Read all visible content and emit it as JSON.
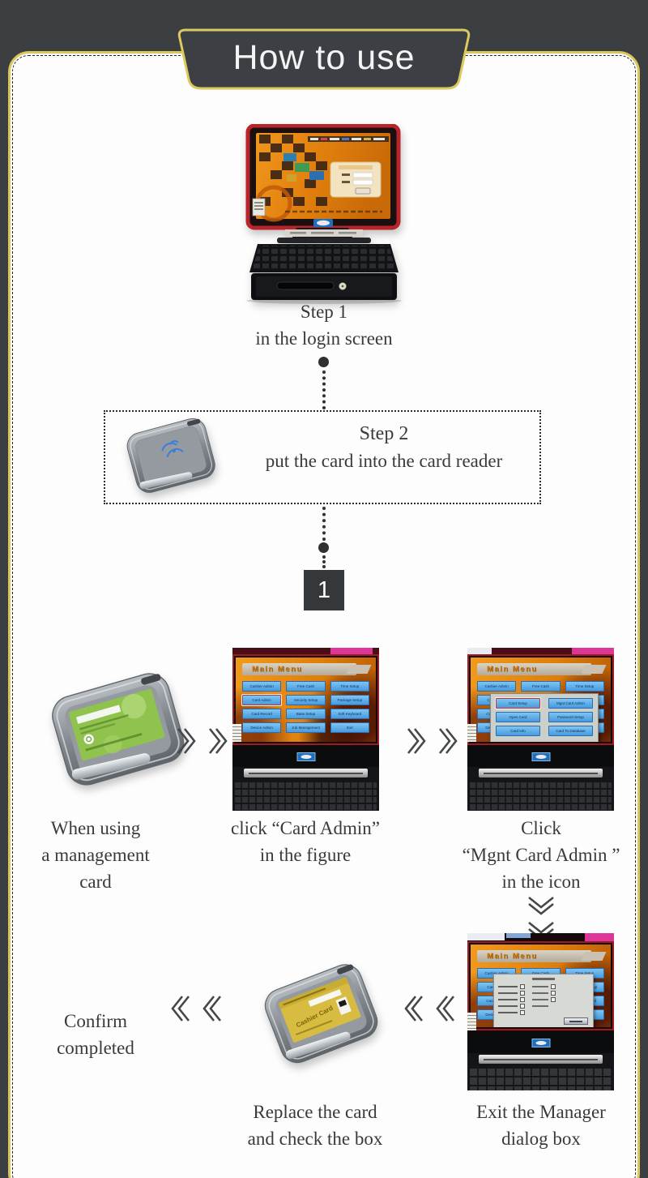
{
  "banner": {
    "title": "How to use"
  },
  "colors": {
    "page_background": "#3b3f42",
    "panel_border_yellow": "#d9c75a",
    "monitor_bezel_red": "#b8242a",
    "screen_orange": "#e07f0c",
    "menu_button_blue": "#5aabe8",
    "caption_text": "#3a3a3a"
  },
  "step1": {
    "title": "Step 1",
    "subtitle": "in the login screen"
  },
  "step2": {
    "title": "Step 2",
    "subtitle": "put the card into the card reader"
  },
  "section_marker": "1",
  "row1": {
    "caption1": {
      "lines": [
        "When using",
        "a management",
        "card"
      ]
    },
    "caption2": {
      "lines": [
        "click “Card Admin”",
        "in the figure"
      ]
    },
    "caption3": {
      "lines": [
        "Click",
        "“Mgnt Card Admin ”",
        "in the icon"
      ]
    }
  },
  "row2": {
    "caption1": {
      "lines": [
        "Confirm",
        "completed"
      ]
    },
    "caption2": {
      "lines": [
        "Replace the card",
        "and check the box"
      ]
    },
    "caption3": {
      "lines": [
        "Exit the Manager",
        "dialog box"
      ]
    }
  },
  "pos_screen": {
    "menu_title": "Main Menu",
    "menu_buttons": [
      "Cashier Admin",
      "Free Cash",
      "Time Setup",
      "Card Admin",
      "Security Setup",
      "Package Setup",
      "Card Record",
      "Base Setup",
      "Soft Keyboard",
      "Device Admin",
      "Job Management",
      "Exit"
    ],
    "card_dialog_buttons": [
      "Card Setup",
      "Mgnt Card Admin",
      "Open Card",
      "Password Setup",
      "Card Info",
      "Card To Database"
    ]
  },
  "cards": {
    "cashier_card_label": "Cashier Card"
  }
}
